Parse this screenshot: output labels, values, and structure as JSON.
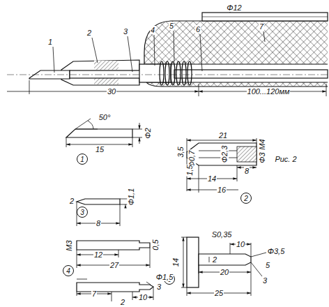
{
  "diagram": {
    "nodes": [
      {
        "text": [
          "1"
        ]
      },
      {
        "text": [
          "2"
        ]
      },
      {
        "text": [
          "3"
        ]
      },
      {
        "text": [
          "4"
        ]
      },
      {
        "text": [
          "6"
        ]
      }
    ],
    "labels": [
      "1",
      "2",
      "3",
      "4",
      "5",
      "6",
      "7",
      "Φ12",
      "30",
      "100...120мм",
      "50°",
      "15",
      "Φ2",
      "21",
      "3,5",
      "Φ0,7",
      "M4",
      "Φ3",
      "Φ2,3",
      "1,5",
      "8",
      "14",
      "16",
      "Рис. 2",
      "Φ1,1",
      "2",
      "8",
      "0,5",
      "M3",
      "12",
      "27",
      "Φ1,5",
      "7",
      "2",
      "10",
      "3",
      "S0,35",
      "10",
      "14",
      "2",
      "Φ3,5",
      "5",
      "20",
      "3",
      "25"
    ]
  }
}
